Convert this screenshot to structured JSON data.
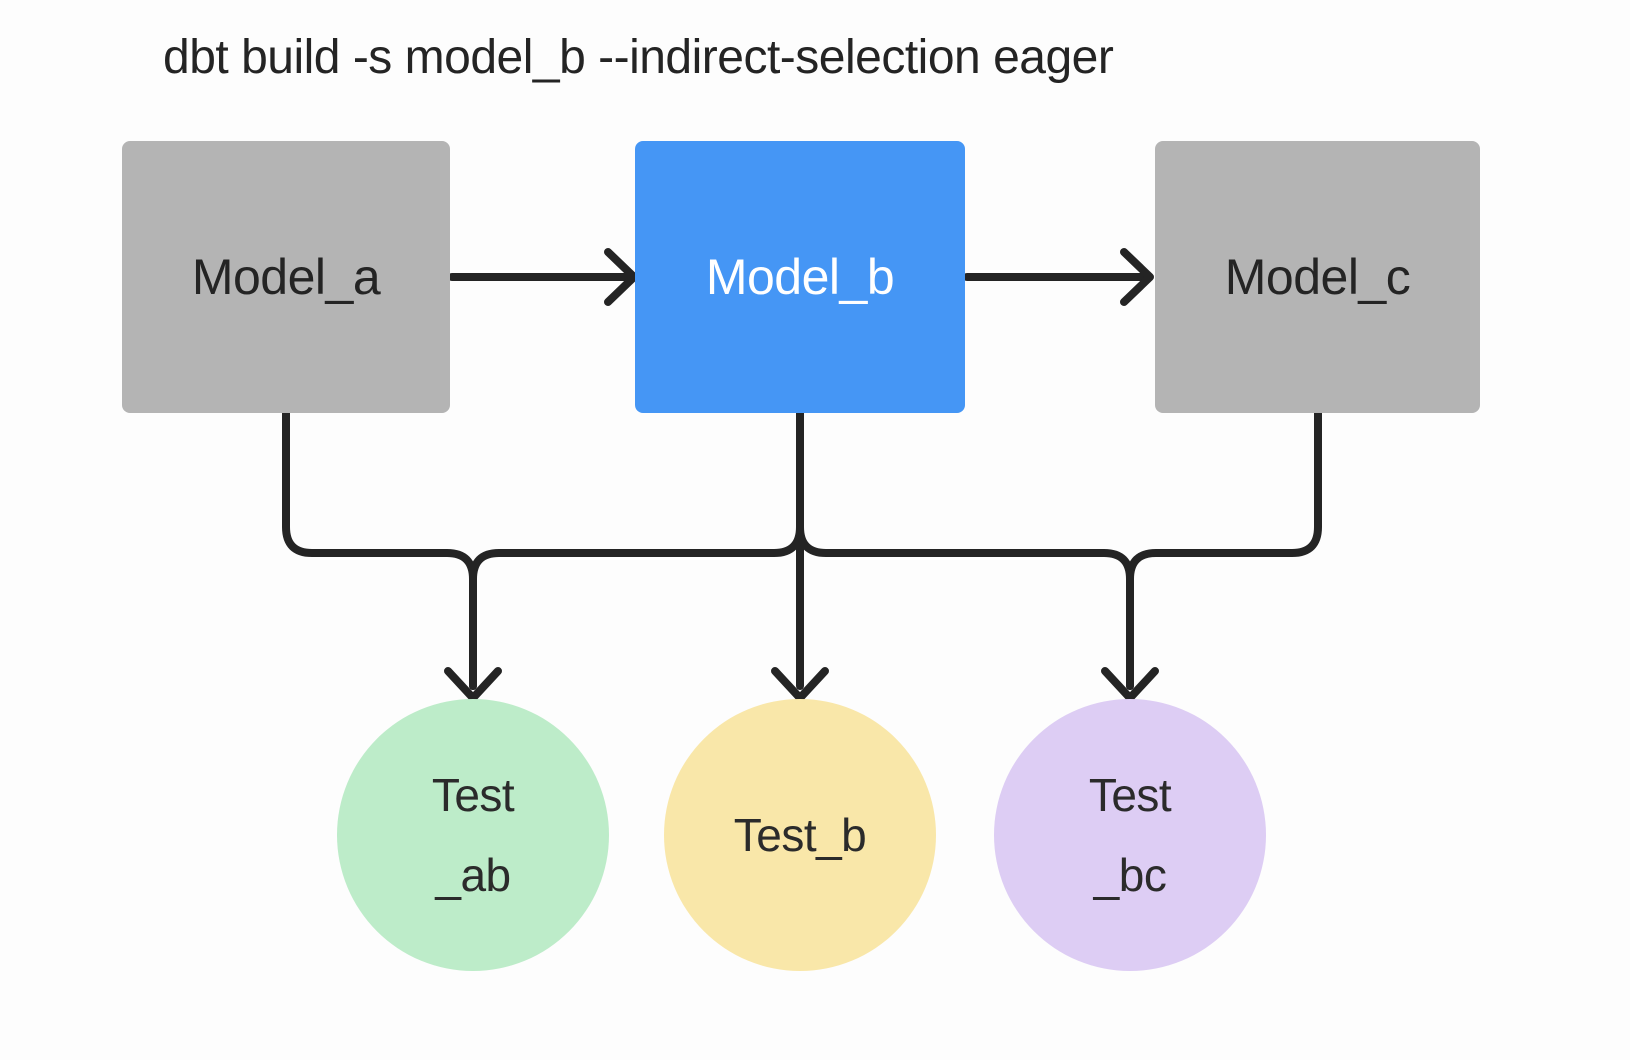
{
  "title": "dbt build -s model_b --indirect-selection eager",
  "colors": {
    "background": "#fdfdfd",
    "line": "#242424",
    "model_gray": "#b4b4b4",
    "model_blue": "#4596f5",
    "test_green": "#bdecc9",
    "test_yellow": "#f9e7a9",
    "test_purple": "#ddcdf4"
  },
  "models": [
    {
      "label": "Model_a",
      "fill": "#b4b4b4",
      "text_color": "#242424"
    },
    {
      "label": "Model_b",
      "fill": "#4596f5",
      "text_color": "#ffffff"
    },
    {
      "label": "Model_c",
      "fill": "#b4b4b4",
      "text_color": "#242424"
    }
  ],
  "tests": [
    {
      "lines": [
        "Test",
        "_ab"
      ],
      "fill": "#bdecc9",
      "text_color": "#2b2b2b"
    },
    {
      "lines": [
        "Test_b"
      ],
      "fill": "#f9e7a9",
      "text_color": "#2b2b2b"
    },
    {
      "lines": [
        "Test",
        "_bc"
      ],
      "fill": "#ddcdf4",
      "text_color": "#2b2b2b"
    }
  ]
}
